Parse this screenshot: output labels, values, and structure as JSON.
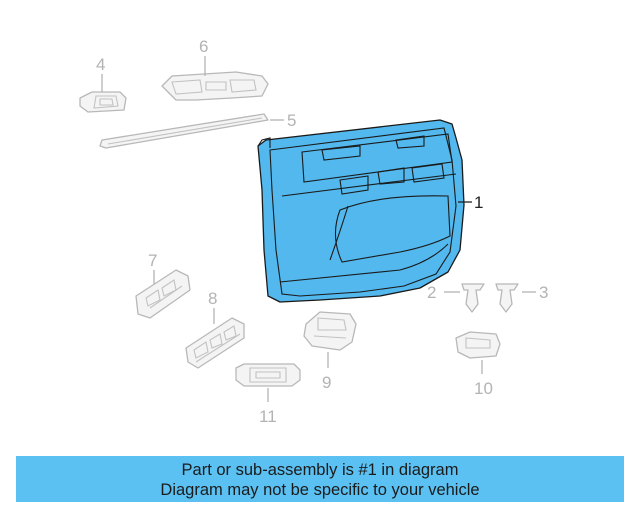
{
  "callouts": [
    {
      "id": "1",
      "label": "1",
      "highlighted": true
    },
    {
      "id": "2",
      "label": "2",
      "highlighted": false
    },
    {
      "id": "3",
      "label": "3",
      "highlighted": false
    },
    {
      "id": "4",
      "label": "4",
      "highlighted": false
    },
    {
      "id": "5",
      "label": "5",
      "highlighted": false
    },
    {
      "id": "6",
      "label": "6",
      "highlighted": false
    },
    {
      "id": "7",
      "label": "7",
      "highlighted": false
    },
    {
      "id": "8",
      "label": "8",
      "highlighted": false
    },
    {
      "id": "9",
      "label": "9",
      "highlighted": false
    },
    {
      "id": "10",
      "label": "10",
      "highlighted": false
    },
    {
      "id": "11",
      "label": "11",
      "highlighted": false
    }
  ],
  "banner": {
    "line1": "Part or sub-assembly is #1 in diagram",
    "line2": "Diagram may not be specific to your vehicle"
  },
  "colors": {
    "highlight_part": "#52b8ee",
    "banner_background": "#5bc0f2",
    "ghost_part": "#b8b8b8"
  }
}
